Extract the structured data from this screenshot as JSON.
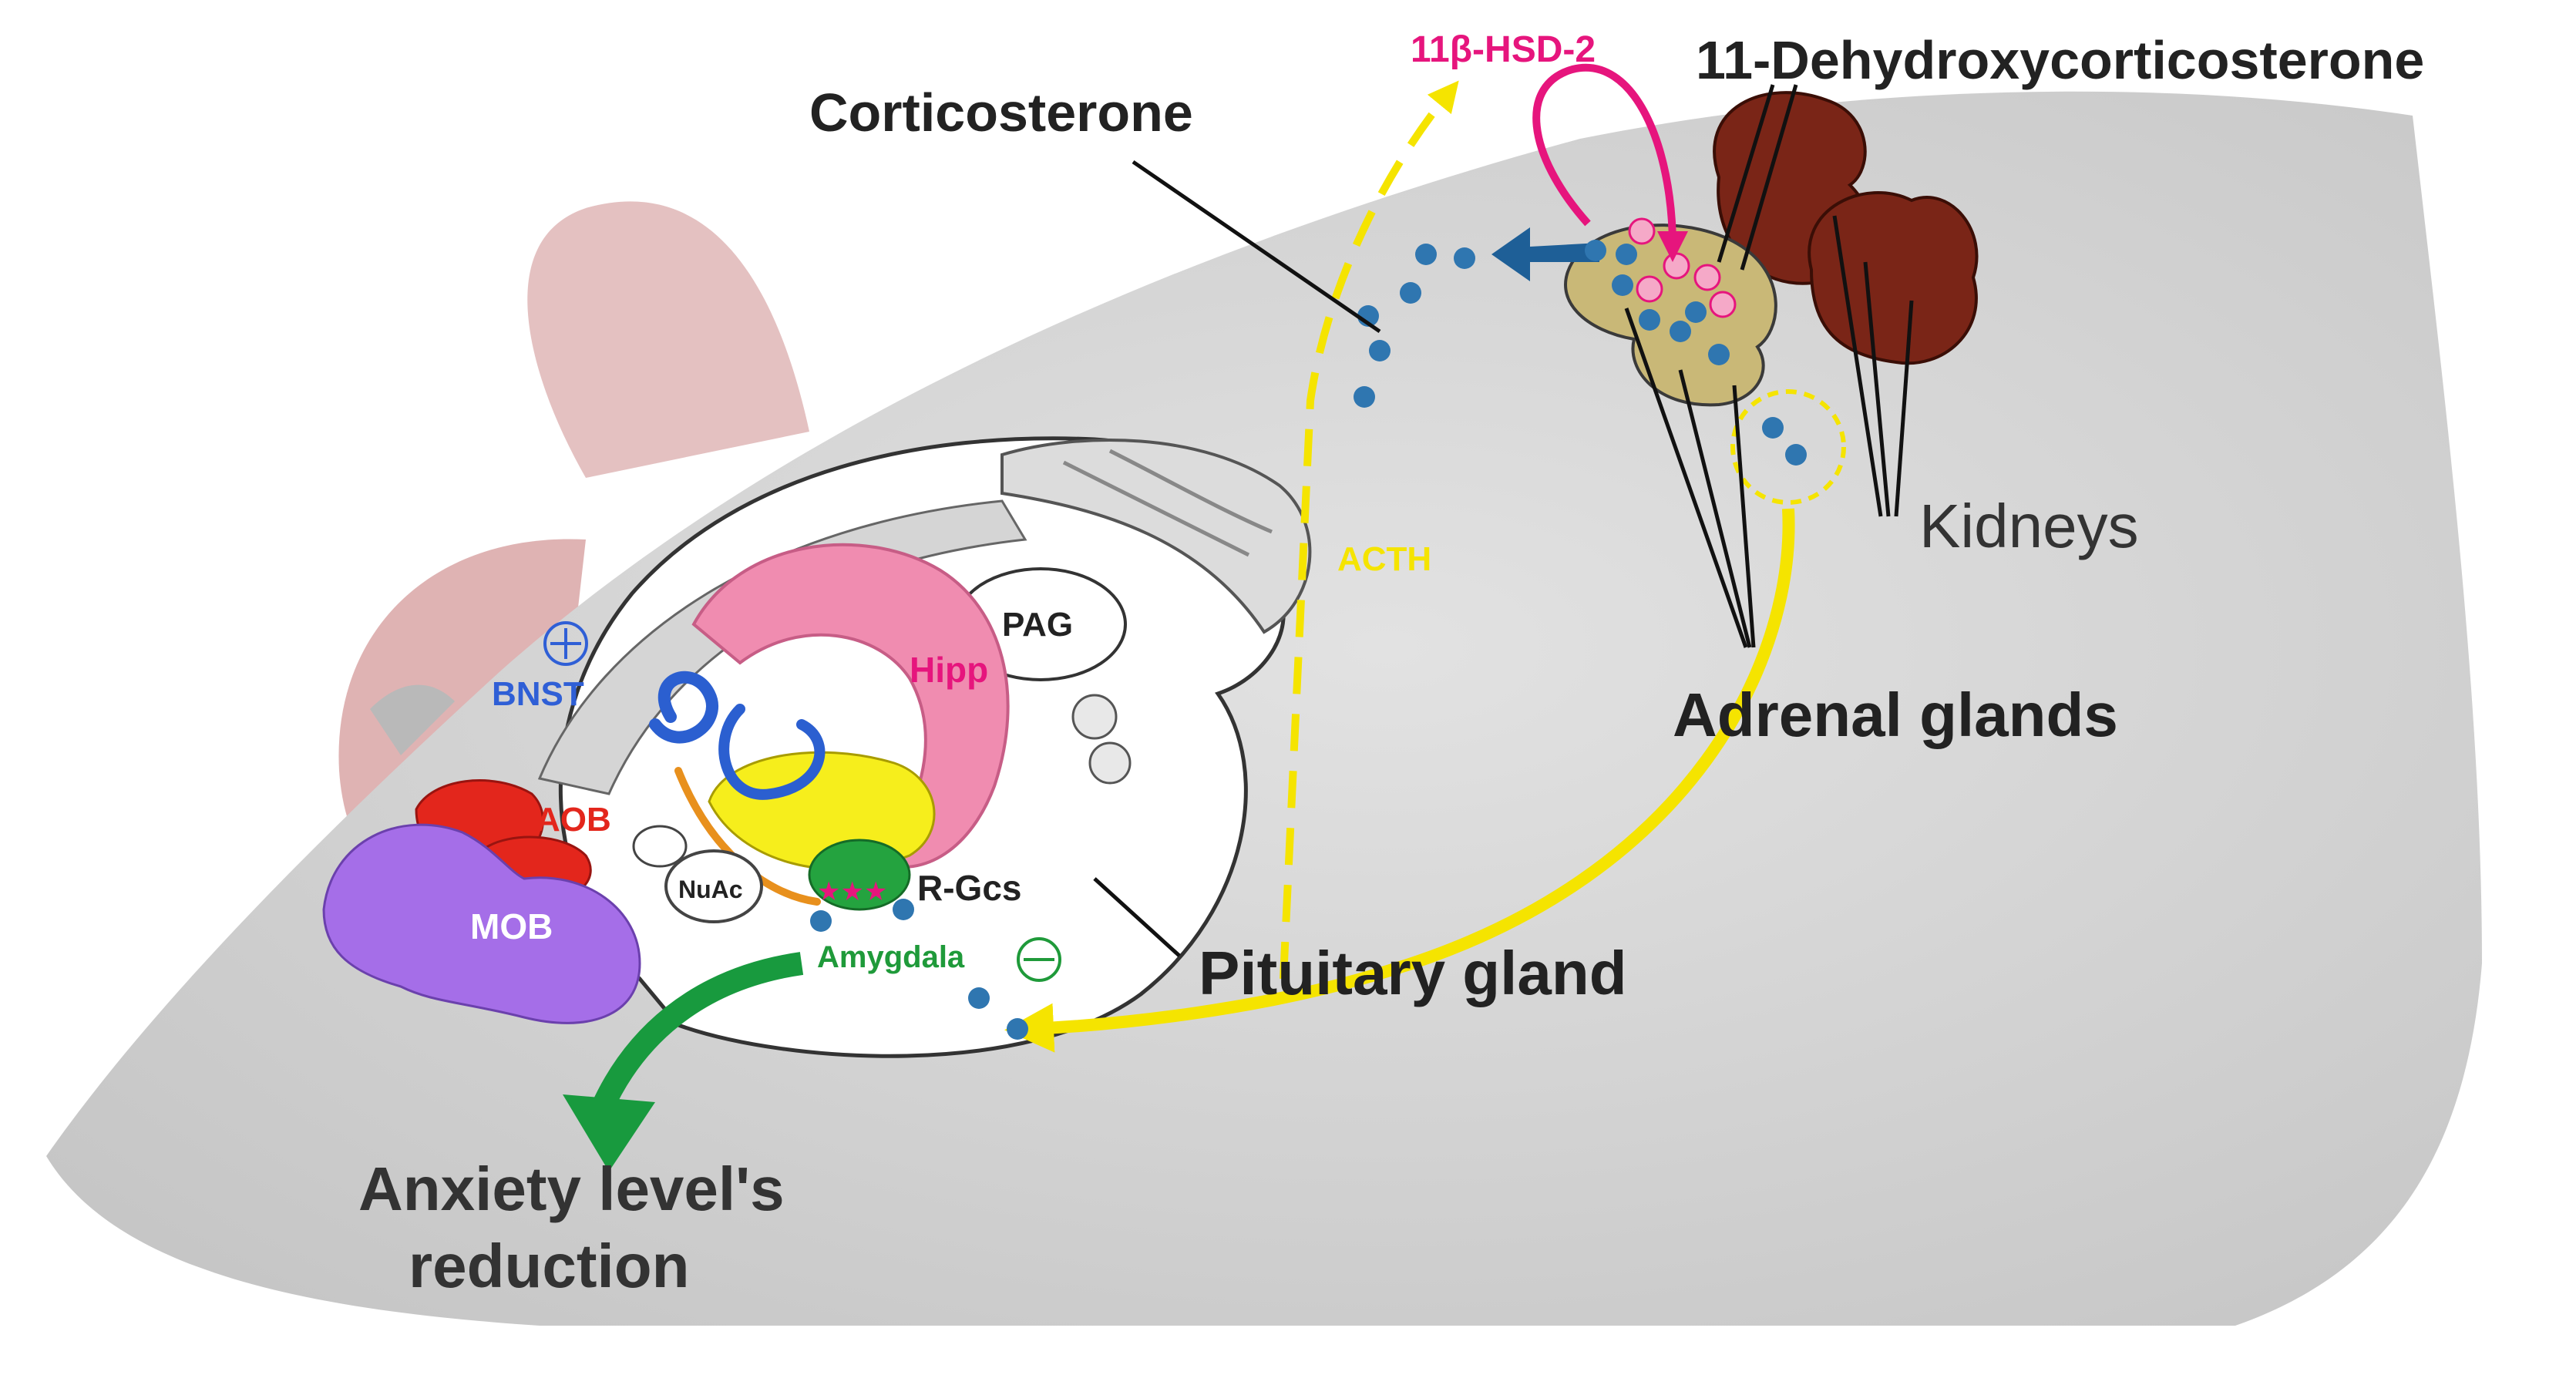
{
  "labels": {
    "enzyme": "11β-HSD-2",
    "product": "11-Dehydroxycorticosterone",
    "hormone": "Corticosterone",
    "acth": "ACTH",
    "kidneys": "Kidneys",
    "adrenal": "Adrenal glands",
    "pituitary": "Pituitary gland",
    "pag": "PAG",
    "hipp": "Hipp",
    "bnst": "BNST",
    "aob": "AOB",
    "mob": "MOB",
    "nuac": "NuAc",
    "rgcs": "R-Gcs",
    "amygdala": "Amygdala",
    "outcome_line1": "Anxiety level's",
    "outcome_line2": "reduction"
  },
  "colors": {
    "body": "#d3d3d3",
    "ear": "#d9a6a6",
    "enzyme": "#e6157d",
    "hormone_dots": "#2f76b0",
    "acth": "#f5e400",
    "kidney": "#7a2517",
    "adrenal": "#c9b877",
    "hipp": "#f08cb0",
    "bnst": "#2f5fd6",
    "aob": "#e3261c",
    "mob": "#a56ee8",
    "amygdala": "#1f9a3a",
    "outcome_arrow": "#189a3e"
  },
  "icons": {
    "bnst_sign": "plus-circle-icon",
    "amygdala_sign": "minus-circle-icon"
  }
}
